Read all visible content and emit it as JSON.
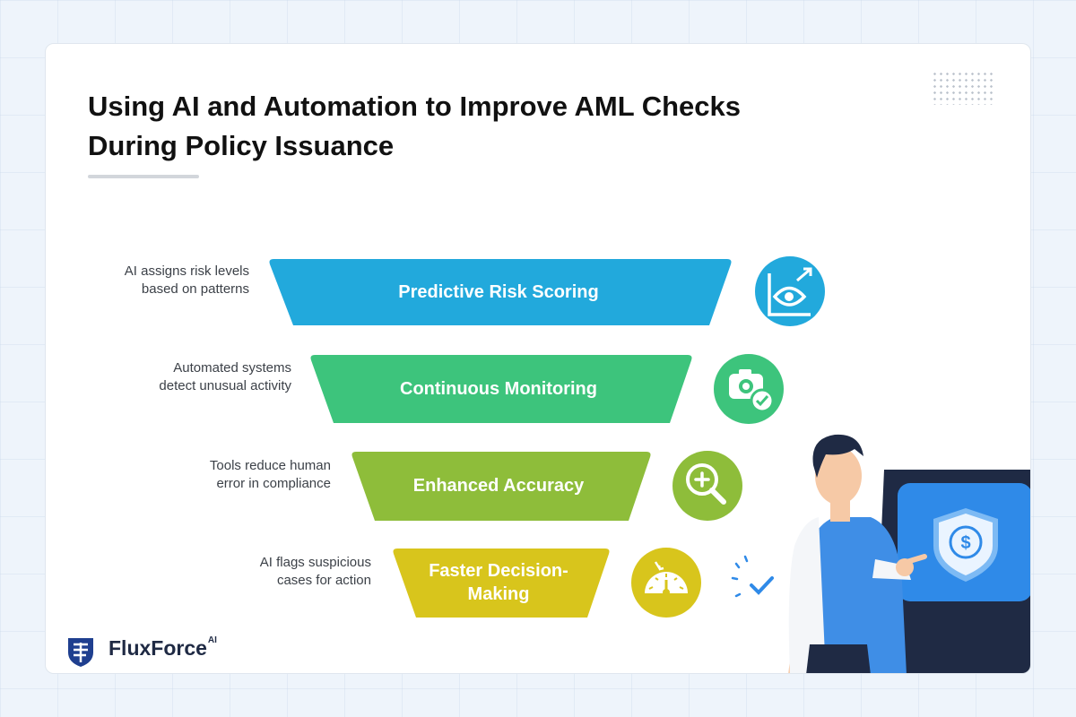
{
  "title_lines": [
    "Using AI and Automation to Improve AML Checks",
    "During Policy Issuance"
  ],
  "tiers": [
    {
      "label_lines": [
        "Predictive Risk Scoring"
      ],
      "note_lines": [
        "AI assigns risk levels",
        "based on patterns"
      ],
      "color": "#22a9dc",
      "icon": "eye-chart-icon"
    },
    {
      "label_lines": [
        "Continuous Monitoring"
      ],
      "note_lines": [
        "Automated systems",
        "detect unusual activity"
      ],
      "color": "#3dc47c",
      "icon": "camera-check-icon"
    },
    {
      "label_lines": [
        "Enhanced Accuracy"
      ],
      "note_lines": [
        "Tools reduce human",
        "error in compliance"
      ],
      "color": "#8ebd3a",
      "icon": "magnifier-plus-icon"
    },
    {
      "label_lines": [
        "Faster Decision-",
        "Making"
      ],
      "note_lines": [
        "AI flags suspicious",
        "cases for action"
      ],
      "color": "#d8c51c",
      "icon": "speedometer-icon"
    }
  ],
  "brand": {
    "name": "FluxForce",
    "suffix": "AI",
    "color": "#1f3f8f"
  },
  "colors": {
    "navy": "#1f2a44",
    "phone_screen": "#2f8ae8",
    "shirt": "#3f8ee6"
  }
}
